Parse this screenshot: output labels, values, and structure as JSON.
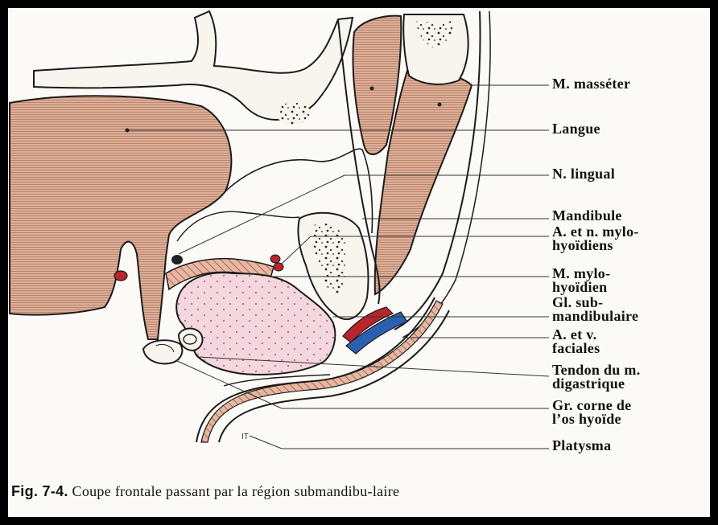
{
  "figure": {
    "labels": [
      "M. masséter",
      "Langue",
      "N. lingual",
      "Mandibule",
      "A. et n. mylo-\nhyoïdiens",
      "M. mylo-\nhyoïdien",
      "Gl. sub-\nmandibulaire",
      "A. et v.\nfaciales",
      "Tendon du m.\ndigastrique",
      "Gr. corne de\nl’os hyoïde",
      "Platysma"
    ],
    "marker": "IT",
    "caption": {
      "number": "Fig. 7-4.",
      "text": " Coupe frontale passant par la région submandibu-laire"
    }
  },
  "colors": {
    "muscle": "#d9a58c",
    "muscle_stripe": "#b77f68",
    "gland": "#f3d2dc",
    "bone": "#f7f5ee",
    "artery": "#b8252c",
    "vein": "#2c5fb0",
    "ink": "#1b1b1b"
  }
}
